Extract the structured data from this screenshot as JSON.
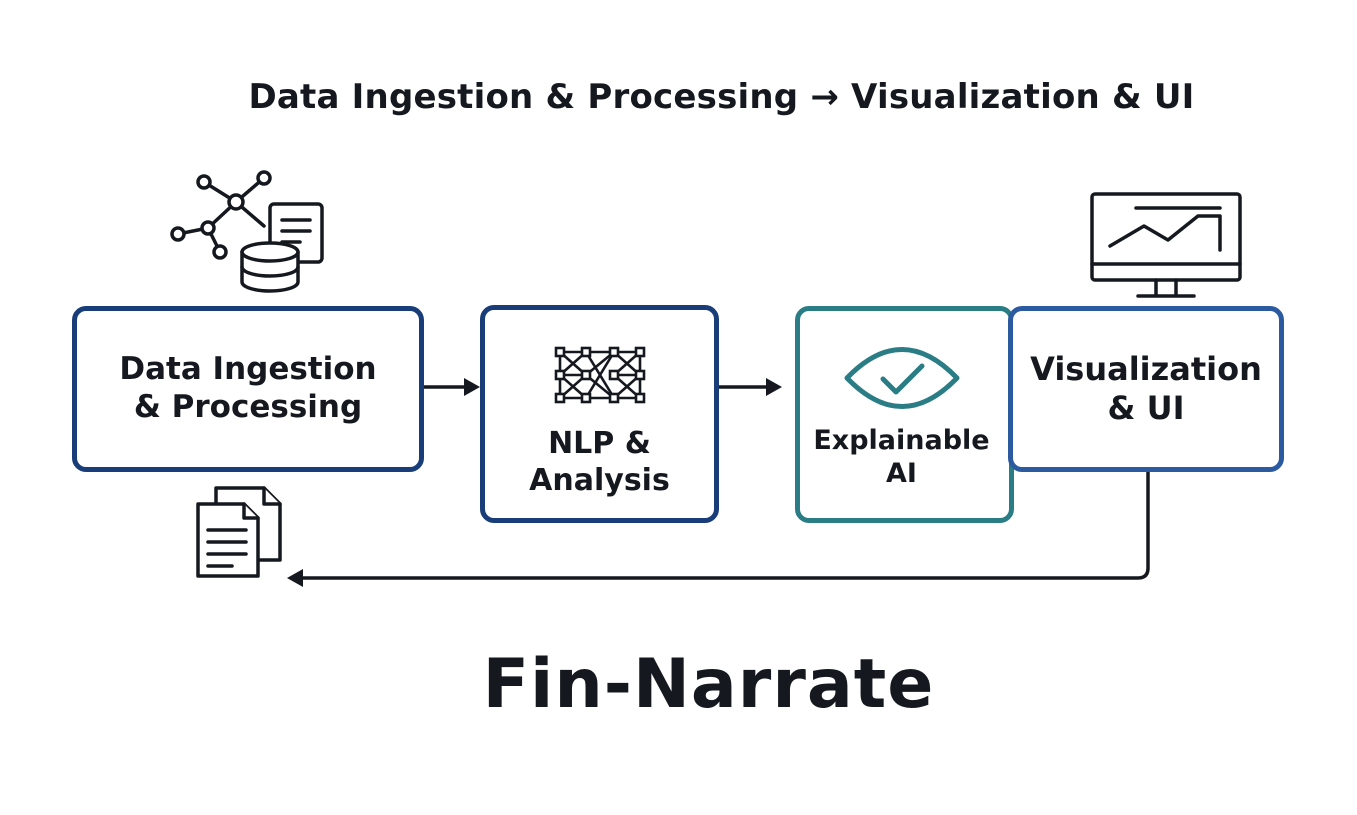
{
  "header": {
    "title": "Data Ingestion & Processing → Visualization & UI"
  },
  "stages": [
    {
      "line1": "Data Ingestion",
      "line2": "& Processing",
      "icon": "database-network-icon"
    },
    {
      "line1": "NLP &",
      "line2": "Analysis",
      "icon": "neural-network-icon"
    },
    {
      "line1": "Explainable",
      "line2": "AI",
      "icon": "eye-check-icon"
    },
    {
      "line1": "Visualization",
      "line2": "& UI",
      "icon": "monitor-chart-icon"
    }
  ],
  "footer": {
    "title": "Fin-Narrate"
  },
  "colors": {
    "primary_border": "#193d78",
    "xai_border": "#2a7d84",
    "viz_border": "#2c5aa0",
    "text": "#15191f"
  }
}
